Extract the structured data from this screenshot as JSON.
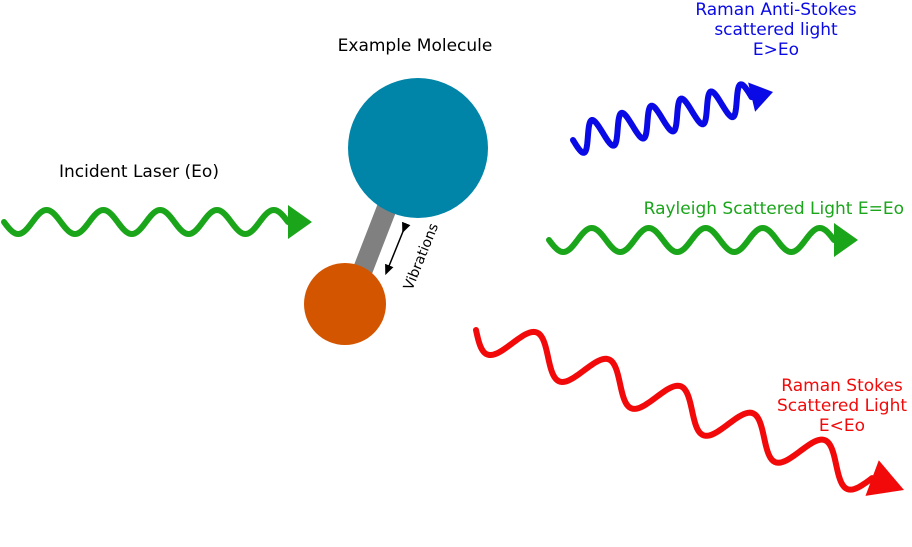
{
  "labels": {
    "molecule": "Example Molecule",
    "incident": "Incident Laser (Eo)",
    "vibrations": "Vibrations",
    "anti_stokes": [
      "Raman Anti-Stokes",
      "scattered light",
      "E>Eo"
    ],
    "rayleigh": "Rayleigh Scattered Light E=Eo",
    "stokes": [
      "Raman Stokes",
      "Scattered Light",
      "E<Eo"
    ]
  },
  "colors": {
    "incident": "#1aa51a",
    "rayleigh": "#1aa51a",
    "anti_stokes": "#0a0ae6",
    "stokes": "#f20a0a",
    "large_atom": "#0085a8",
    "small_atom": "#d45500",
    "bond": "#808080",
    "text": "#000000"
  }
}
